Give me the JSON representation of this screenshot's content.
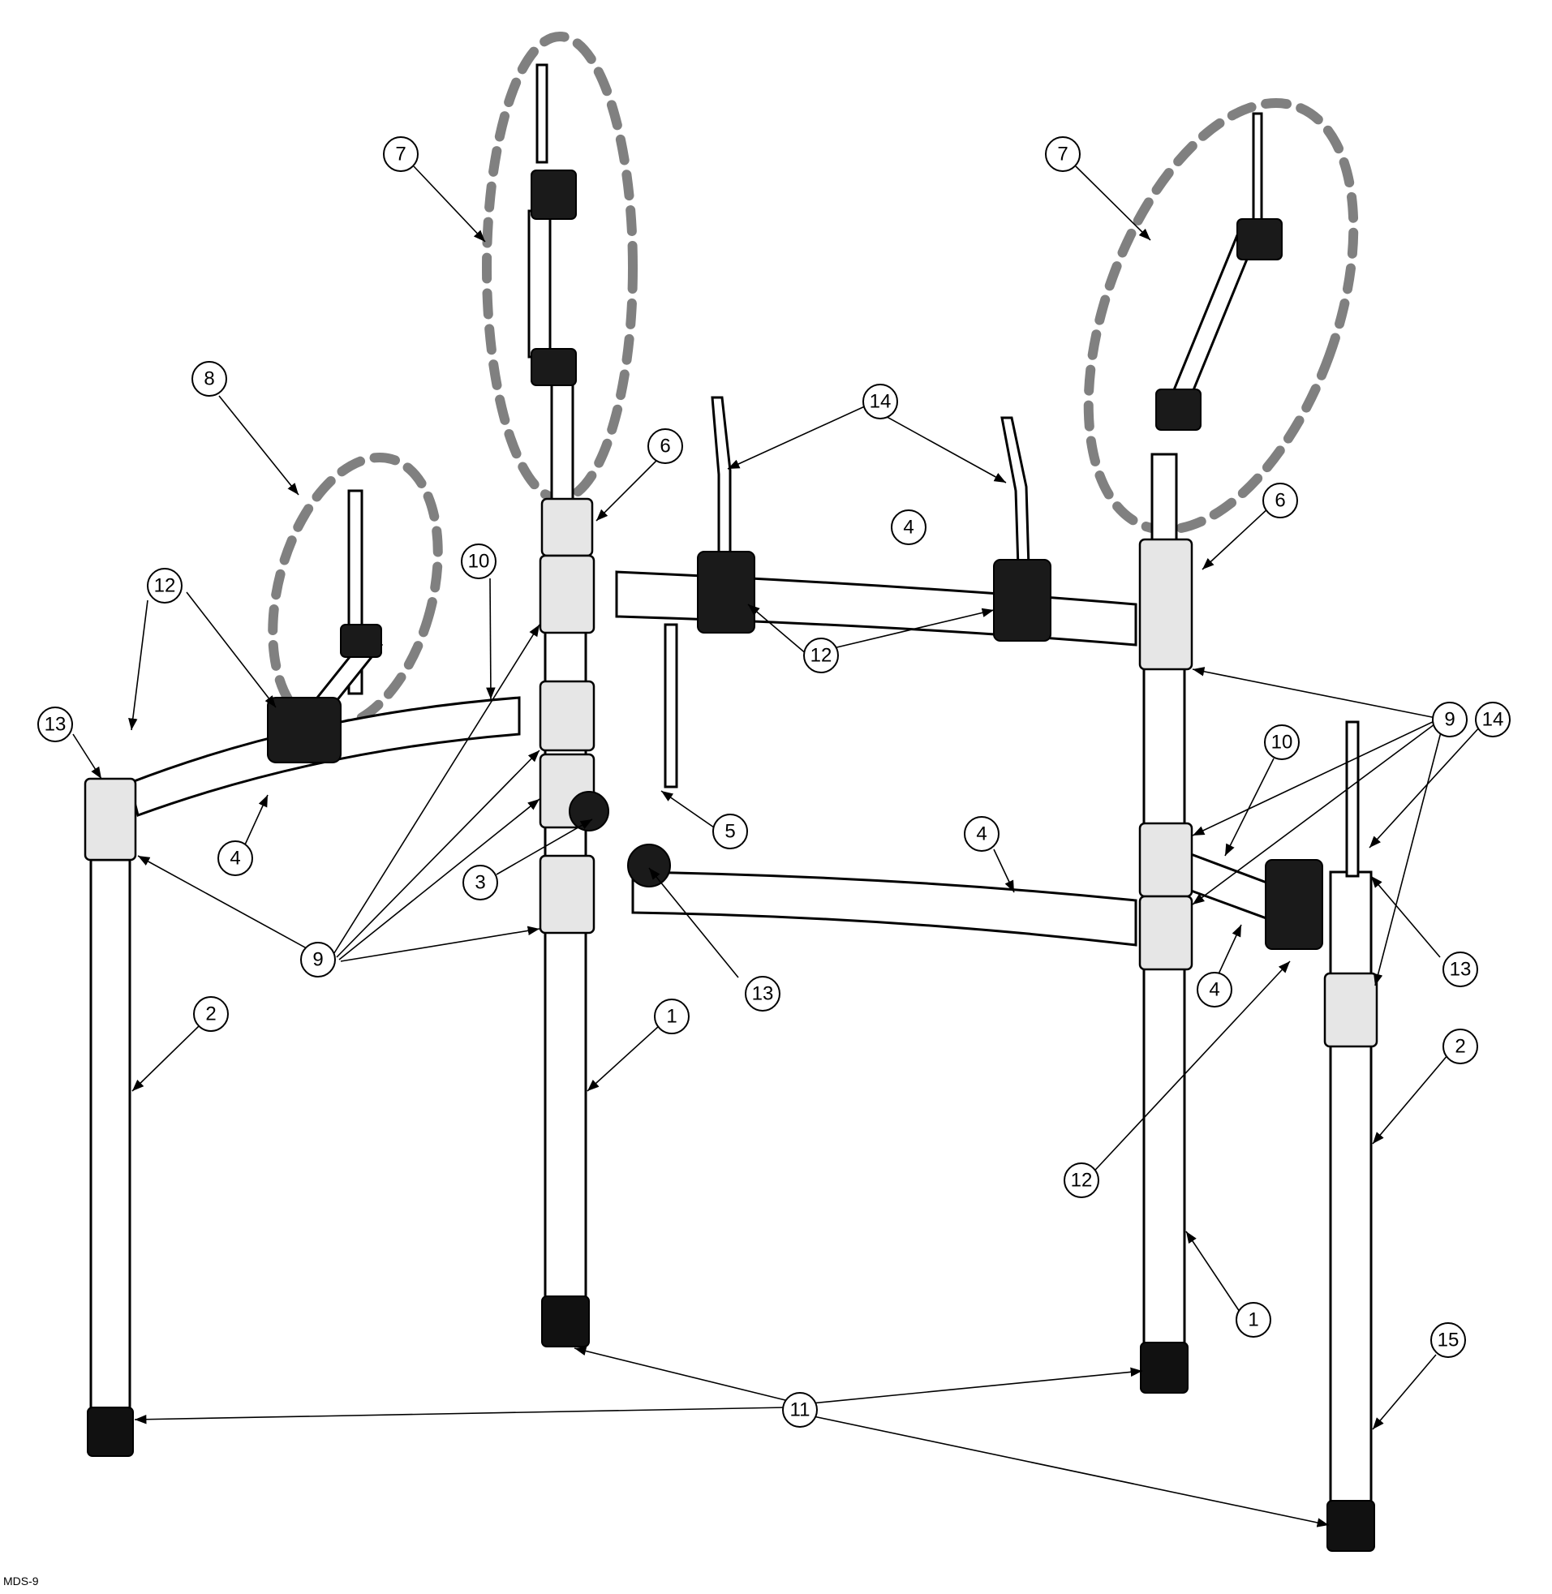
{
  "callouts": {
    "c1": "1",
    "c2": "2",
    "c3": "3",
    "c4": "4",
    "c5": "5",
    "c6": "6",
    "c7": "7",
    "c8": "8",
    "c9": "9",
    "c10": "10",
    "c11": "11",
    "c12": "12",
    "c13": "13",
    "c14": "14",
    "c15": "15"
  },
  "model_code": "MDS-9"
}
